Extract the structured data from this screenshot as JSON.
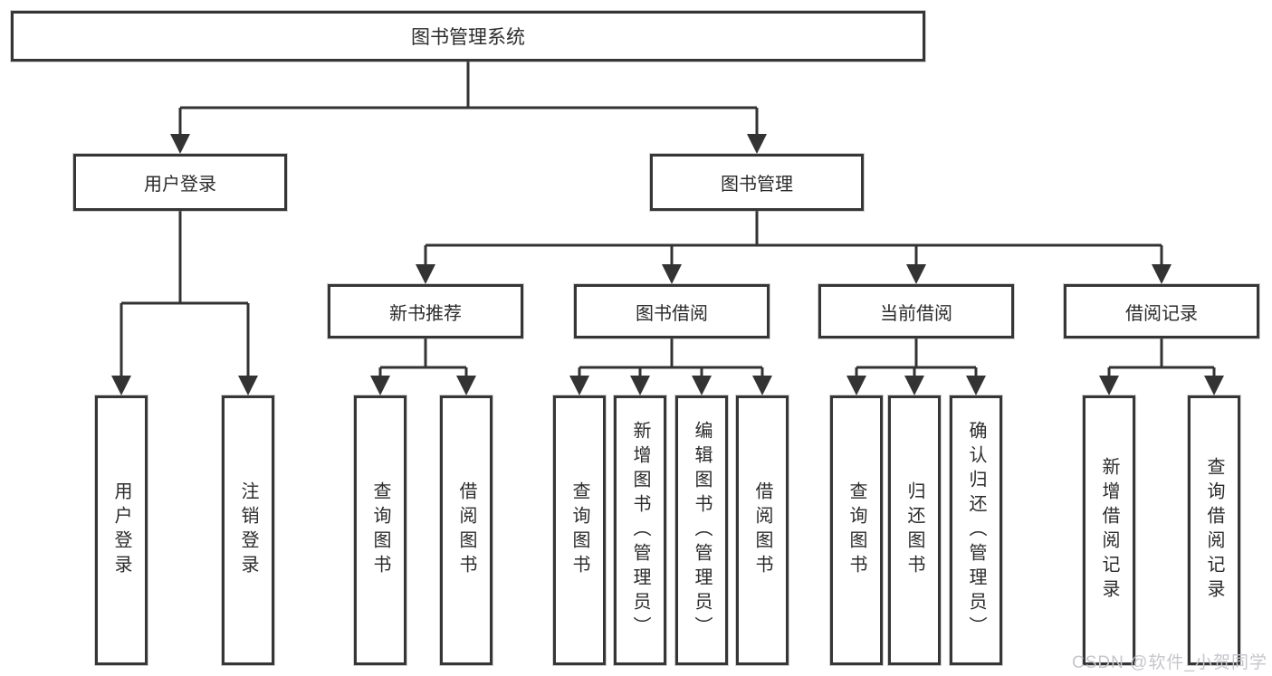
{
  "diagram": {
    "root": "图书管理系统",
    "branches": [
      {
        "label": "用户登录",
        "children": [
          "用户登录",
          "注销登录"
        ]
      },
      {
        "label": "图书管理",
        "children": [
          {
            "label": "新书推荐",
            "children": [
              "查询图书",
              "借阅图书"
            ]
          },
          {
            "label": "图书借阅",
            "children": [
              "查询图书",
              "新增图书（管理员）",
              "编辑图书（管理员）",
              "借阅图书"
            ]
          },
          {
            "label": "当前借阅",
            "children": [
              "查询图书",
              "归还图书",
              "确认归还（管理员）"
            ]
          },
          {
            "label": "借阅记录",
            "children": [
              "新增借阅记录",
              "查询借阅记录"
            ]
          }
        ]
      }
    ]
  },
  "watermark": {
    "text": "CSDN @软件_小贺同学"
  },
  "colors": {
    "line": "#333333",
    "text": "#2b2b2b",
    "watermark": "#c6c6cc",
    "background": "#ffffff"
  }
}
